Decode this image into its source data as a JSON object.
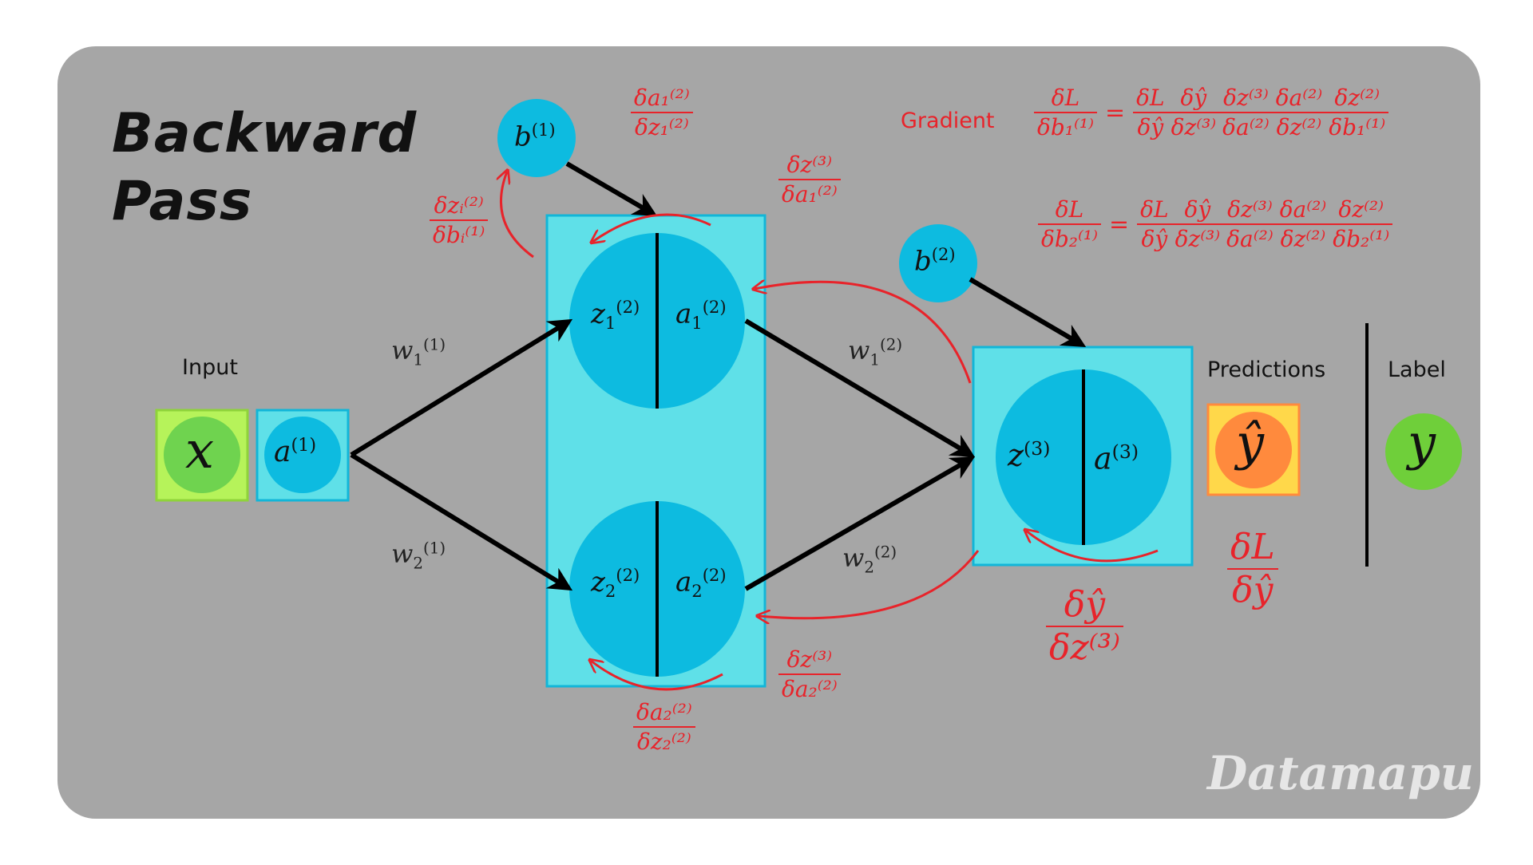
{
  "title": {
    "line1": "Backward",
    "line2": "Pass"
  },
  "labels": {
    "input": "Input",
    "predictions": "Predictions",
    "label": "Label",
    "gradient": "Gradient"
  },
  "nodes": {
    "x": "x",
    "a1": "a",
    "a1_sup": "(1)",
    "b1": "b",
    "b1_sup": "(1)",
    "b2": "b",
    "b2_sup": "(2)",
    "z12": "z",
    "z12_sub": "1",
    "z12_sup": "(2)",
    "a12": "a",
    "a12_sub": "1",
    "a12_sup": "(2)",
    "z22": "z",
    "z22_sub": "2",
    "z22_sup": "(2)",
    "a22": "a",
    "a22_sub": "2",
    "a22_sup": "(2)",
    "z3": "z",
    "z3_sup": "(3)",
    "a3": "a",
    "a3_sup": "(3)",
    "yhat": "ŷ",
    "y": "y"
  },
  "weights": {
    "w1_1": "w",
    "w1_1_sub": "1",
    "w1_1_sup": "(1)",
    "w1_2": "w",
    "w1_2_sub": "2",
    "w1_2_sup": "(1)",
    "w2_1": "w",
    "w2_1_sub": "1",
    "w2_1_sup": "(2)",
    "w2_2": "w",
    "w2_2_sub": "2",
    "w2_2_sup": "(2)"
  },
  "derivatives": {
    "da1_dz1": {
      "num": "δa₁⁽²⁾",
      "den": "δz₁⁽²⁾"
    },
    "dzi_dbi": {
      "num": "δzᵢ⁽²⁾",
      "den": "δbᵢ⁽¹⁾"
    },
    "dz3_da1": {
      "num": "δz⁽³⁾",
      "den": "δa₁⁽²⁾"
    },
    "dz3_da2": {
      "num": "δz⁽³⁾",
      "den": "δa₂⁽²⁾"
    },
    "da2_dz2": {
      "num": "δa₂⁽²⁾",
      "den": "δz₂⁽²⁾"
    },
    "dyhat_dz3": {
      "num": "δŷ",
      "den": "δz⁽³⁾"
    },
    "dL_dyhat": {
      "num": "δL",
      "den": "δŷ"
    }
  },
  "gradient_equations": [
    {
      "lhs": {
        "num": "δL",
        "den": "δb₁⁽¹⁾"
      },
      "sign": "=",
      "terms": [
        {
          "num": "δL",
          "den": "δŷ"
        },
        {
          "num": "δŷ",
          "den": "δz⁽³⁾"
        },
        {
          "num": "δz⁽³⁾",
          "den": "δa⁽²⁾"
        },
        {
          "num": "δa⁽²⁾",
          "den": "δz⁽²⁾"
        },
        {
          "num": "δz⁽²⁾",
          "den": "δb₁⁽¹⁾"
        }
      ]
    },
    {
      "lhs": {
        "num": "δL",
        "den": "δb₂⁽¹⁾"
      },
      "sign": "=",
      "terms": [
        {
          "num": "δL",
          "den": "δŷ"
        },
        {
          "num": "δŷ",
          "den": "δz⁽³⁾"
        },
        {
          "num": "δz⁽³⁾",
          "den": "δa⁽²⁾"
        },
        {
          "num": "δa⁽²⁾",
          "den": "δz⁽²⁾"
        },
        {
          "num": "δz⁽²⁾",
          "den": "δb₂⁽¹⁾"
        }
      ]
    }
  ],
  "logo": "Datamapu",
  "colors": {
    "background": "#a6a6a6",
    "node_blue": "#0dbbe0",
    "box_cyan": "#5fe0e8",
    "input_green": "#b6f35a",
    "input_inner": "#6fd34f",
    "pred_orange": "#ff8a3d",
    "pred_yellow": "#ffd84a",
    "label_green": "#6fcf3a",
    "gradient_red": "#e8232a"
  }
}
